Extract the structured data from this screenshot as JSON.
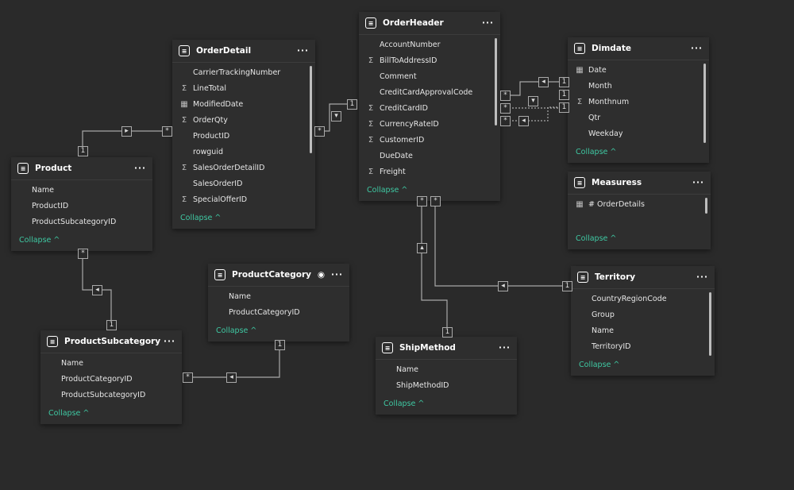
{
  "tables": {
    "orderdetail": {
      "title": "OrderDetail",
      "fields": [
        [
          "",
          "CarrierTrackingNumber"
        ],
        [
          "Σ",
          "LineTotal"
        ],
        [
          "▦",
          "ModifiedDate"
        ],
        [
          "Σ",
          "OrderQty"
        ],
        [
          "",
          "ProductID"
        ],
        [
          "",
          "rowguid"
        ],
        [
          "Σ",
          "SalesOrderDetailID"
        ],
        [
          "",
          "SalesOrderID"
        ],
        [
          "Σ",
          "SpecialOfferID"
        ]
      ]
    },
    "orderheader": {
      "title": "OrderHeader",
      "fields": [
        [
          "",
          "AccountNumber"
        ],
        [
          "Σ",
          "BillToAddressID"
        ],
        [
          "",
          "Comment"
        ],
        [
          "",
          "CreditCardApprovalCode"
        ],
        [
          "Σ",
          "CreditCardID"
        ],
        [
          "Σ",
          "CurrencyRateID"
        ],
        [
          "Σ",
          "CustomerID"
        ],
        [
          "",
          "DueDate"
        ],
        [
          "Σ",
          "Freight"
        ]
      ]
    },
    "dimdate": {
      "title": "Dimdate",
      "fields": [
        [
          "▦",
          "Date"
        ],
        [
          "",
          "Month"
        ],
        [
          "Σ",
          "Monthnum"
        ],
        [
          "",
          "Qtr"
        ],
        [
          "",
          "Weekday"
        ]
      ]
    },
    "measuress": {
      "title": "Measuress",
      "fields": [
        [
          "▦",
          "# OrderDetails"
        ]
      ]
    },
    "product": {
      "title": "Product",
      "fields": [
        [
          "",
          "Name"
        ],
        [
          "",
          "ProductID"
        ],
        [
          "",
          "ProductSubcategoryID"
        ]
      ]
    },
    "productcategory": {
      "title": "ProductCategory",
      "fields": [
        [
          "",
          "Name"
        ],
        [
          "",
          "ProductCategoryID"
        ]
      ]
    },
    "productsubcategory": {
      "title": "ProductSubcategory",
      "fields": [
        [
          "",
          "Name"
        ],
        [
          "",
          "ProductCategoryID"
        ],
        [
          "",
          "ProductSubcategoryID"
        ]
      ]
    },
    "shipmethod": {
      "title": "ShipMethod",
      "fields": [
        [
          "",
          "Name"
        ],
        [
          "",
          "ShipMethodID"
        ]
      ]
    },
    "territory": {
      "title": "Territory",
      "fields": [
        [
          "",
          "CountryRegionCode"
        ],
        [
          "",
          "Group"
        ],
        [
          "",
          "Name"
        ],
        [
          "",
          "TerritoryID"
        ]
      ]
    }
  },
  "collapse_label": "Collapse ^",
  "more_label": "···",
  "markers": {
    "one": "1",
    "many": "*"
  }
}
